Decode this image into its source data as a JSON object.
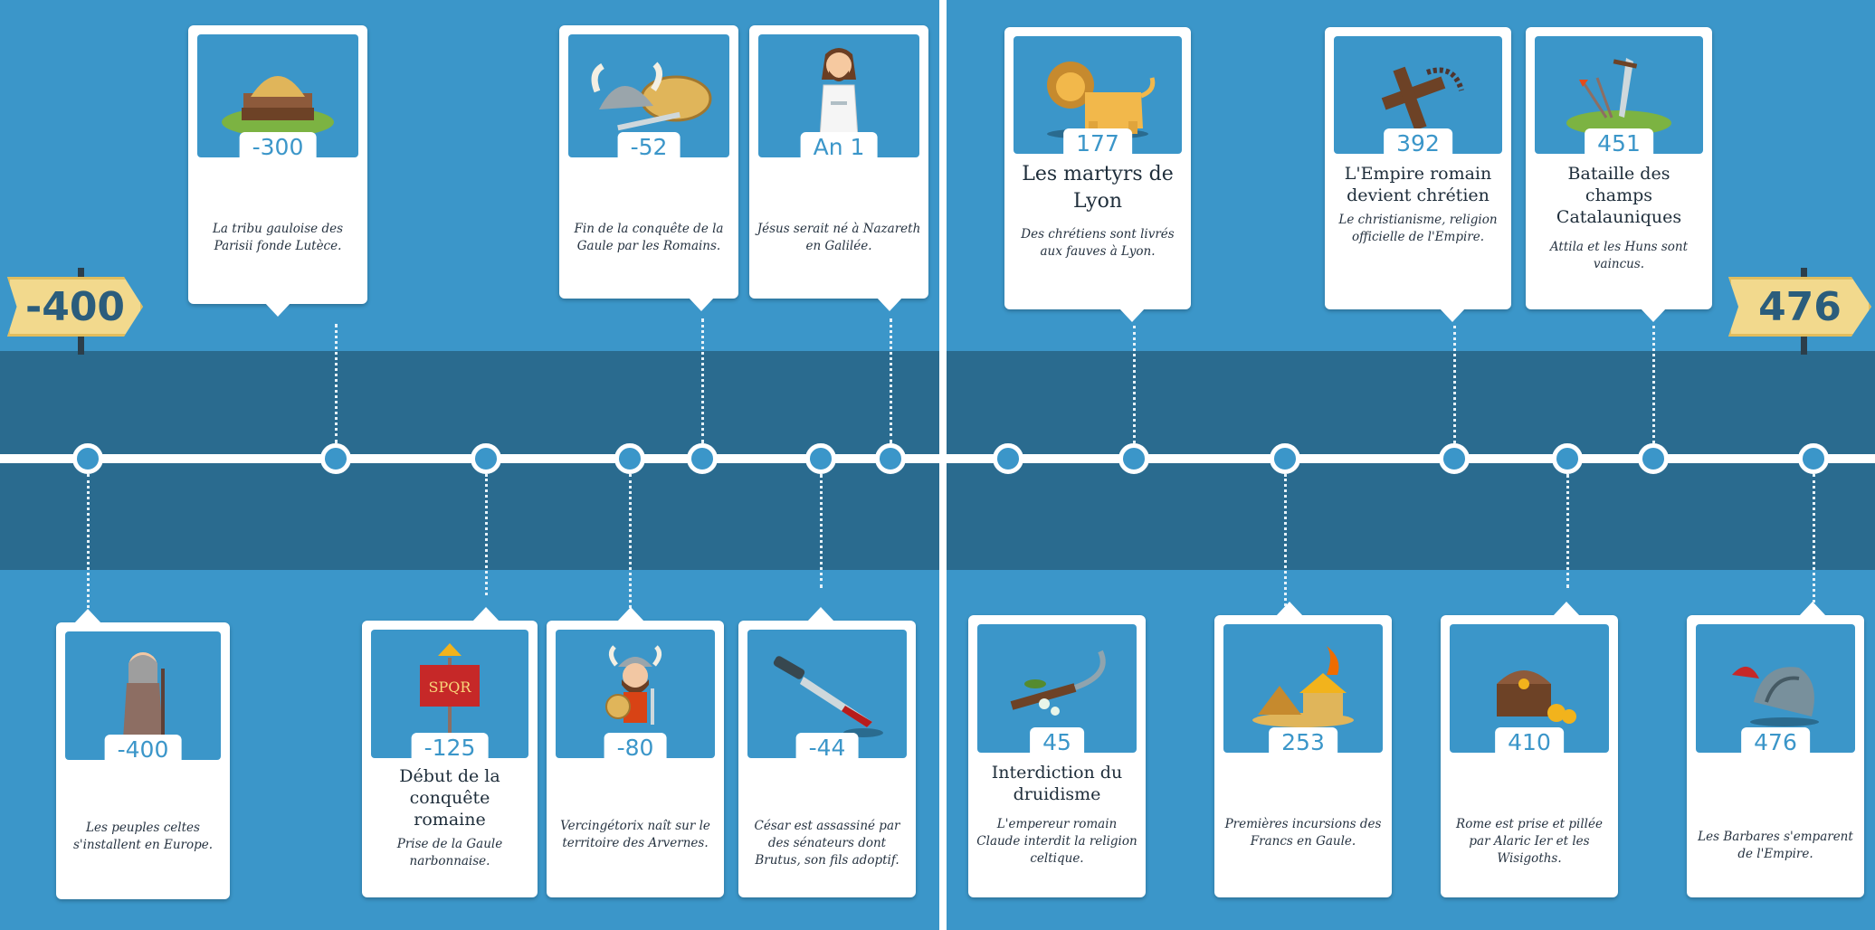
{
  "left_page": {
    "start_sign": "-400",
    "top_events": [
      {
        "year": "-300",
        "title": "",
        "description": "La tribu gauloise des Parisii fonde Lutèce.",
        "icon": "fortified-village-icon"
      },
      {
        "year": "-52",
        "title": "",
        "description": "Fin de la conquête de la Gaule par les Romains.",
        "icon": "helmet-and-shield-icon"
      },
      {
        "year": "An 1",
        "title": "",
        "description": "Jésus serait né à Nazareth en Galilée.",
        "icon": "jesus-figure-icon"
      }
    ],
    "bottom_events": [
      {
        "year": "-400",
        "title": "",
        "description": "Les peuples celtes s'installent en Europe.",
        "icon": "celtic-elder-icon"
      },
      {
        "year": "-125",
        "title": "Début de la conquête romaine",
        "description": "Prise de la Gaule narbonnaise.",
        "icon": "roman-spqr-standard-icon"
      },
      {
        "year": "-80",
        "title": "",
        "description": "Vercingétorix naît sur le territoire des Arvernes.",
        "icon": "gaulish-warrior-icon"
      },
      {
        "year": "-44",
        "title": "",
        "description": "César est assassiné par des sénateurs dont Brutus, son fils adoptif.",
        "icon": "bloody-dagger-icon"
      }
    ]
  },
  "right_page": {
    "end_sign": "476",
    "top_events": [
      {
        "year": "177",
        "title": "Les martyrs de Lyon",
        "description": "Des chrétiens sont livrés aux fauves à Lyon.",
        "icon": "lion-icon"
      },
      {
        "year": "392",
        "title": "L'Empire romain devient chrétien",
        "description": "Le christianisme, religion officielle de l'Empire.",
        "icon": "wooden-cross-rosary-icon"
      },
      {
        "year": "451",
        "title": "Bataille des champs Catalauniques",
        "description": "Attila et les Huns sont vaincus.",
        "icon": "sword-and-arrows-icon"
      }
    ],
    "bottom_events": [
      {
        "year": "45",
        "title": "Interdiction du druidisme",
        "description": "L'empereur romain Claude interdit la religion celtique.",
        "icon": "sickle-and-mistletoe-icon"
      },
      {
        "year": "253",
        "title": "",
        "description": "Premières incursions des Francs en Gaule.",
        "icon": "burning-huts-icon"
      },
      {
        "year": "410",
        "title": "",
        "description": "Rome est prise et pillée par Alaric Ier et les Wisigoths.",
        "icon": "treasure-chest-icon"
      },
      {
        "year": "476",
        "title": "",
        "description": "Les Barbares s'emparent de l'Empire.",
        "icon": "fallen-roman-helmet-icon"
      }
    ]
  },
  "colors": {
    "background": "#3b96c9",
    "band": "#2a6b8f",
    "sign": "#f2d98d",
    "year_text": "#3b96c9"
  }
}
